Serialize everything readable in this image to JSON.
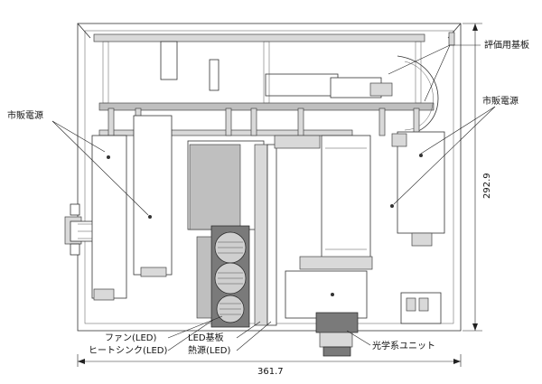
{
  "labels": {
    "eval_board": "評価用基板",
    "psu_left": "市販電源",
    "psu_right": "市販電源",
    "fan": "ファン(LED)",
    "heatsink": "ヒートシンク(LED)",
    "led_board": "LED基板",
    "heat_source": "熱源(LED)",
    "optics_unit": "光学系ユニット"
  },
  "dimensions": {
    "width": "361.7",
    "height": "292.9"
  }
}
